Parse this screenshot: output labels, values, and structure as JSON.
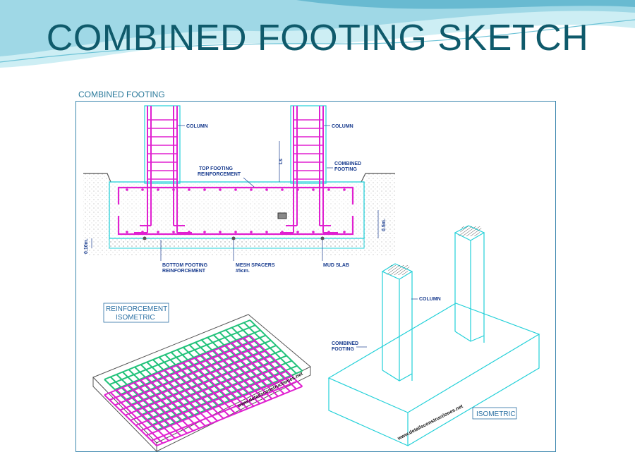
{
  "slide": {
    "title": "COMBINED FOOTING SKETCH",
    "drawing_caption": "COMBINED FOOTING"
  },
  "section": {
    "column_label": "COLUMN",
    "top_reinf_line1": "TOP FOOTING",
    "top_reinf_line2": "REINFORCEMENT",
    "combined_line1": "COMBINED",
    "combined_line2": "FOOTING",
    "ls_label": "Ls",
    "dim_left": "0.10m.",
    "dim_right": "0.5m.",
    "bottom_reinf_line1": "BOTTOM FOOTING",
    "bottom_reinf_line2": "REINFORCEMENT",
    "mesh_line1": "MESH SPACERS",
    "mesh_line2": "#5cm.",
    "mud_slab": "MUD SLAB"
  },
  "reinforcement_iso": {
    "title_line1": "REINFORCEMENT",
    "title_line2": "ISOMETRIC",
    "watermark": "www.detailsconstructiones.net"
  },
  "footing_iso": {
    "column_label": "COLUMN",
    "combined_line1": "COMBINED",
    "combined_line2": "FOOTING",
    "title": "ISOMETRIC",
    "watermark": "www.detailsconstructiones.net"
  },
  "colors": {
    "title": "#0f5a6b",
    "frame": "#3a86ad",
    "rebar_magenta": "#e020d0",
    "rebar_green": "#22c27a",
    "concrete_outline": "#22d0d8",
    "label_blue": "#1a3d8f",
    "wave_light": "#bfe6ee",
    "wave_dark": "#3aa3bf"
  }
}
